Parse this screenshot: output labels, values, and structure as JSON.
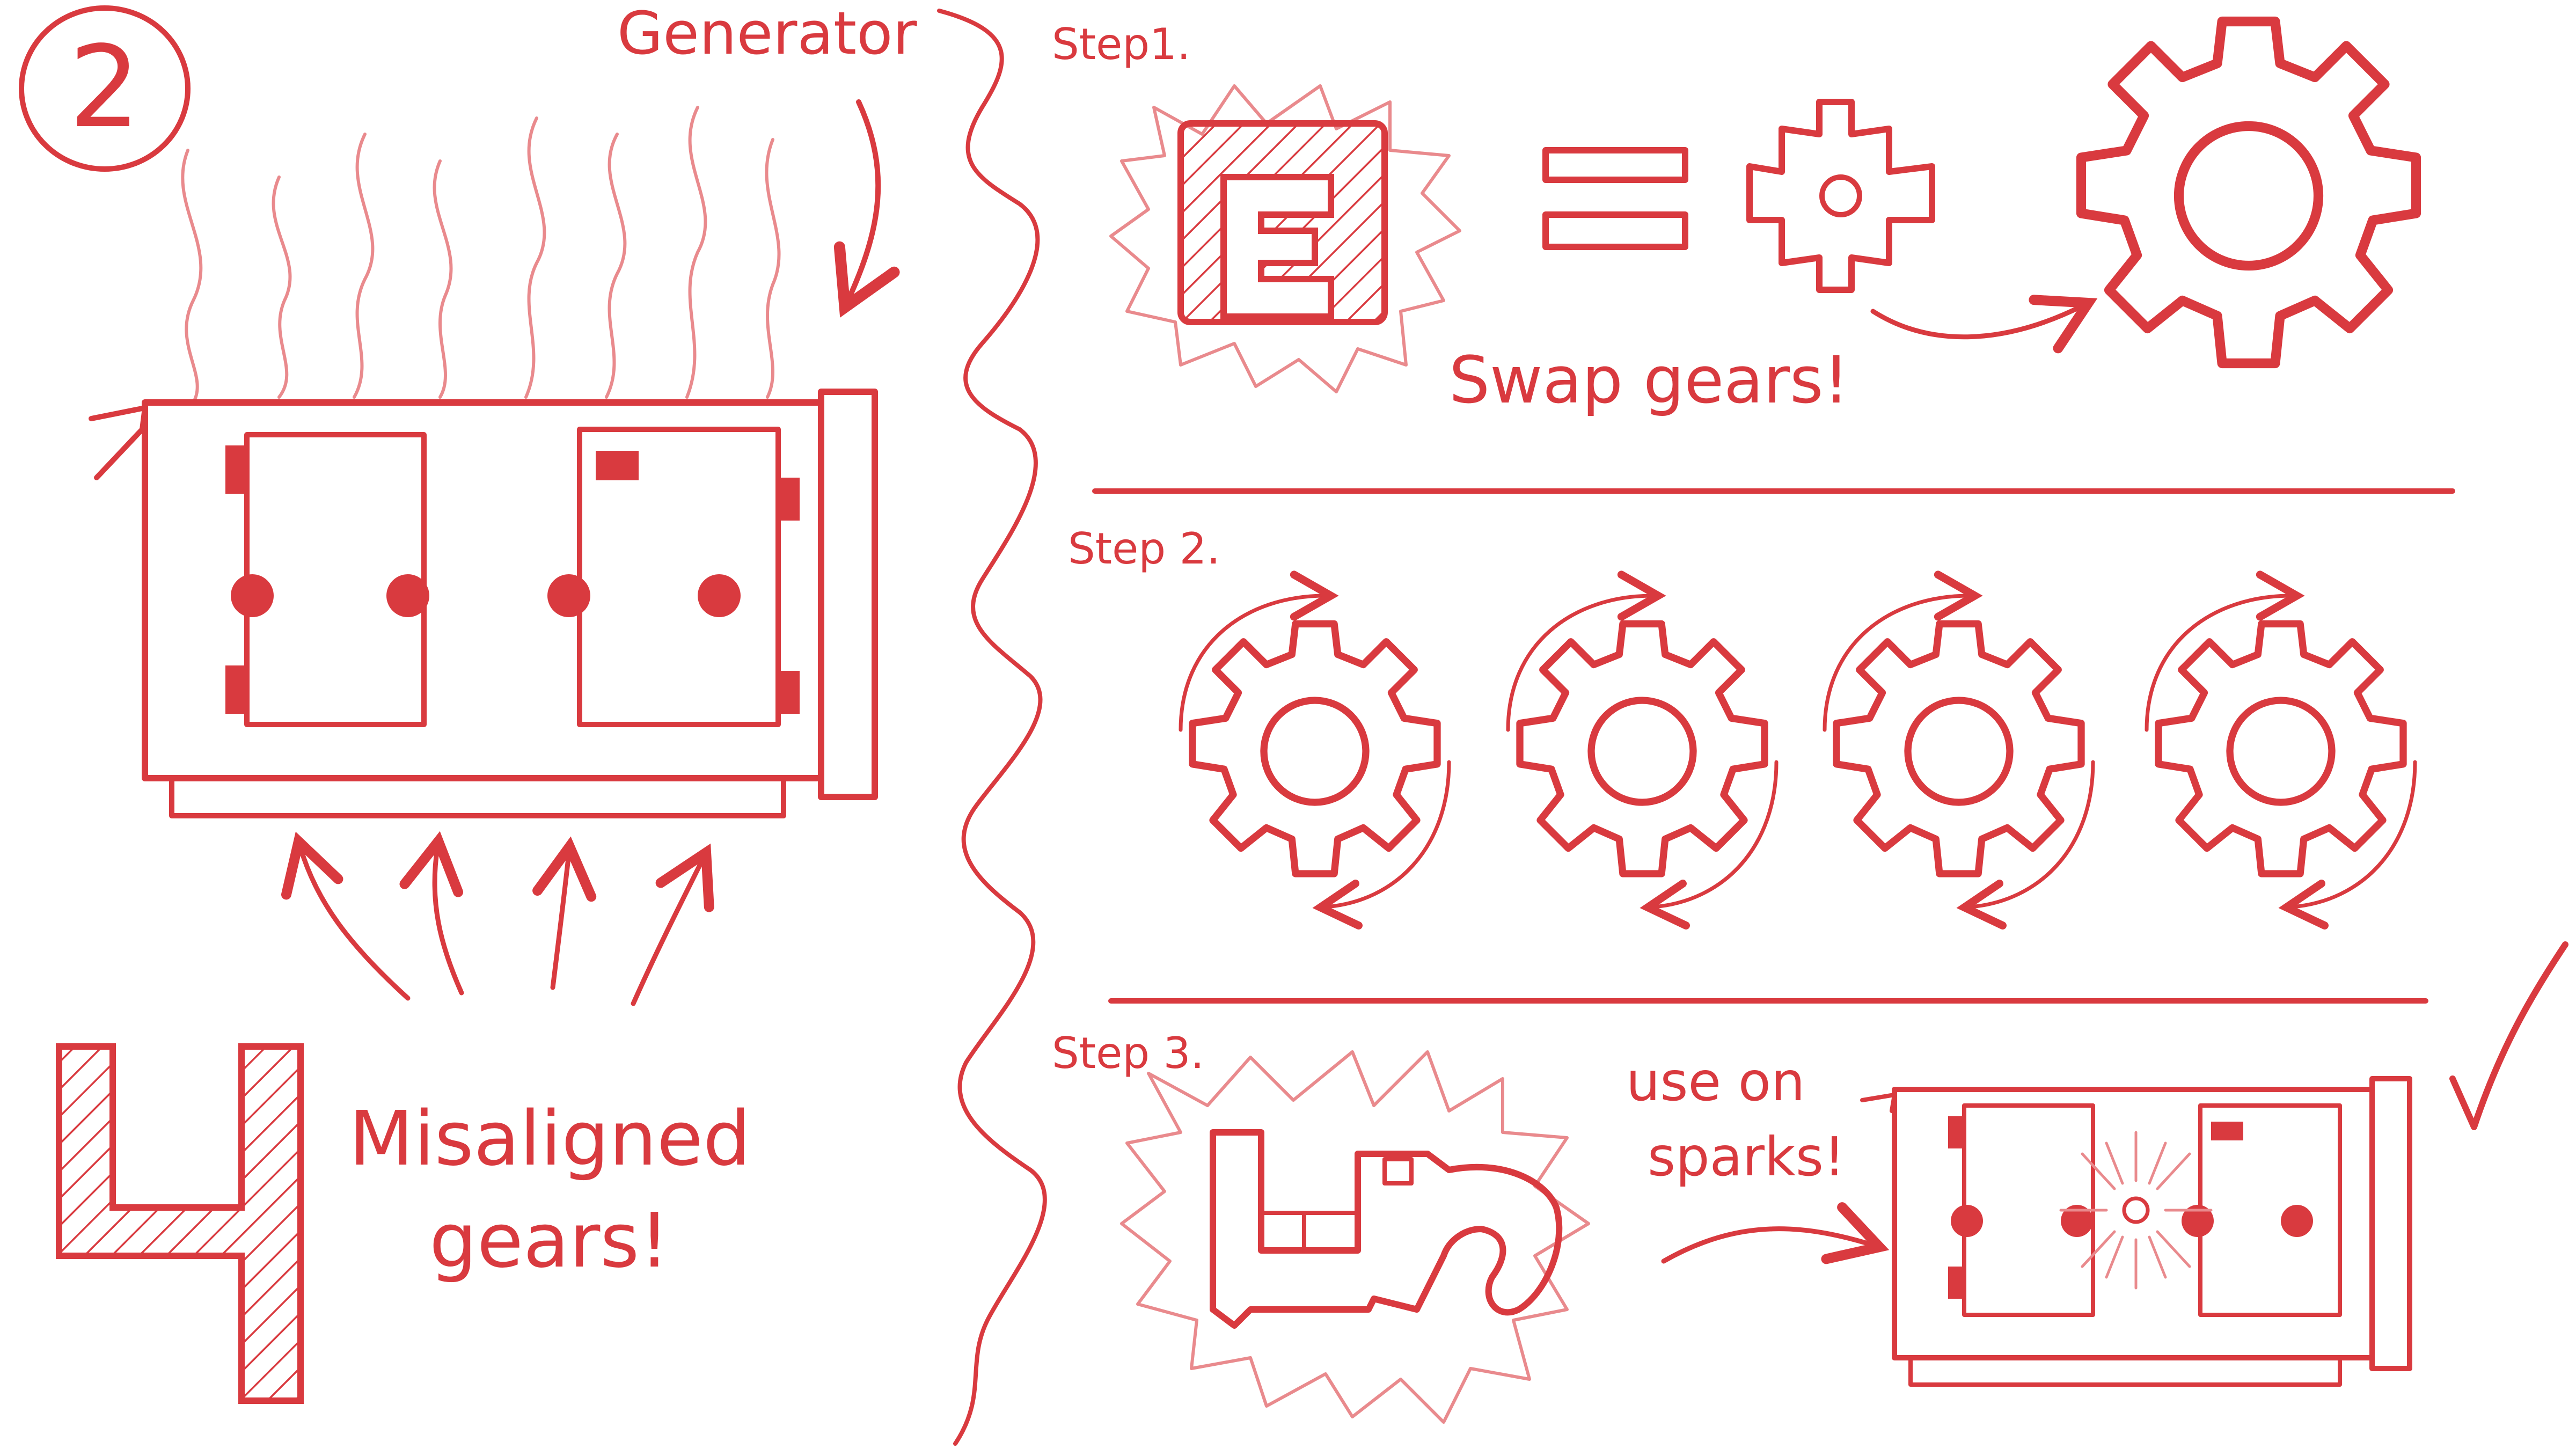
{
  "colors": {
    "ink": "#d93a3f",
    "faint": "#e98a8d",
    "paper": "#ffffff"
  },
  "left_panel": {
    "panel_number": "2",
    "generator_label": "Generator",
    "big_digit": "4",
    "misaligned_line1": "Misaligned",
    "misaligned_line2": "gears!"
  },
  "steps": [
    {
      "label": "Step1.",
      "note": "Swap gears!",
      "icons": [
        "e-key-icon",
        "equals-icon",
        "small-gear-icon",
        "large-gear-icon"
      ]
    },
    {
      "label": "Step 2.",
      "note": "",
      "icons": [
        "rotating-gear-icon",
        "rotating-gear-icon",
        "rotating-gear-icon",
        "rotating-gear-icon"
      ]
    },
    {
      "label": "Step 3.",
      "note_line1": "use on",
      "note_line2": "sparks!",
      "icons": [
        "repair-tool-icon",
        "generator-icon",
        "sparks-icon"
      ]
    }
  ],
  "completion_icon": "checkmark-icon"
}
